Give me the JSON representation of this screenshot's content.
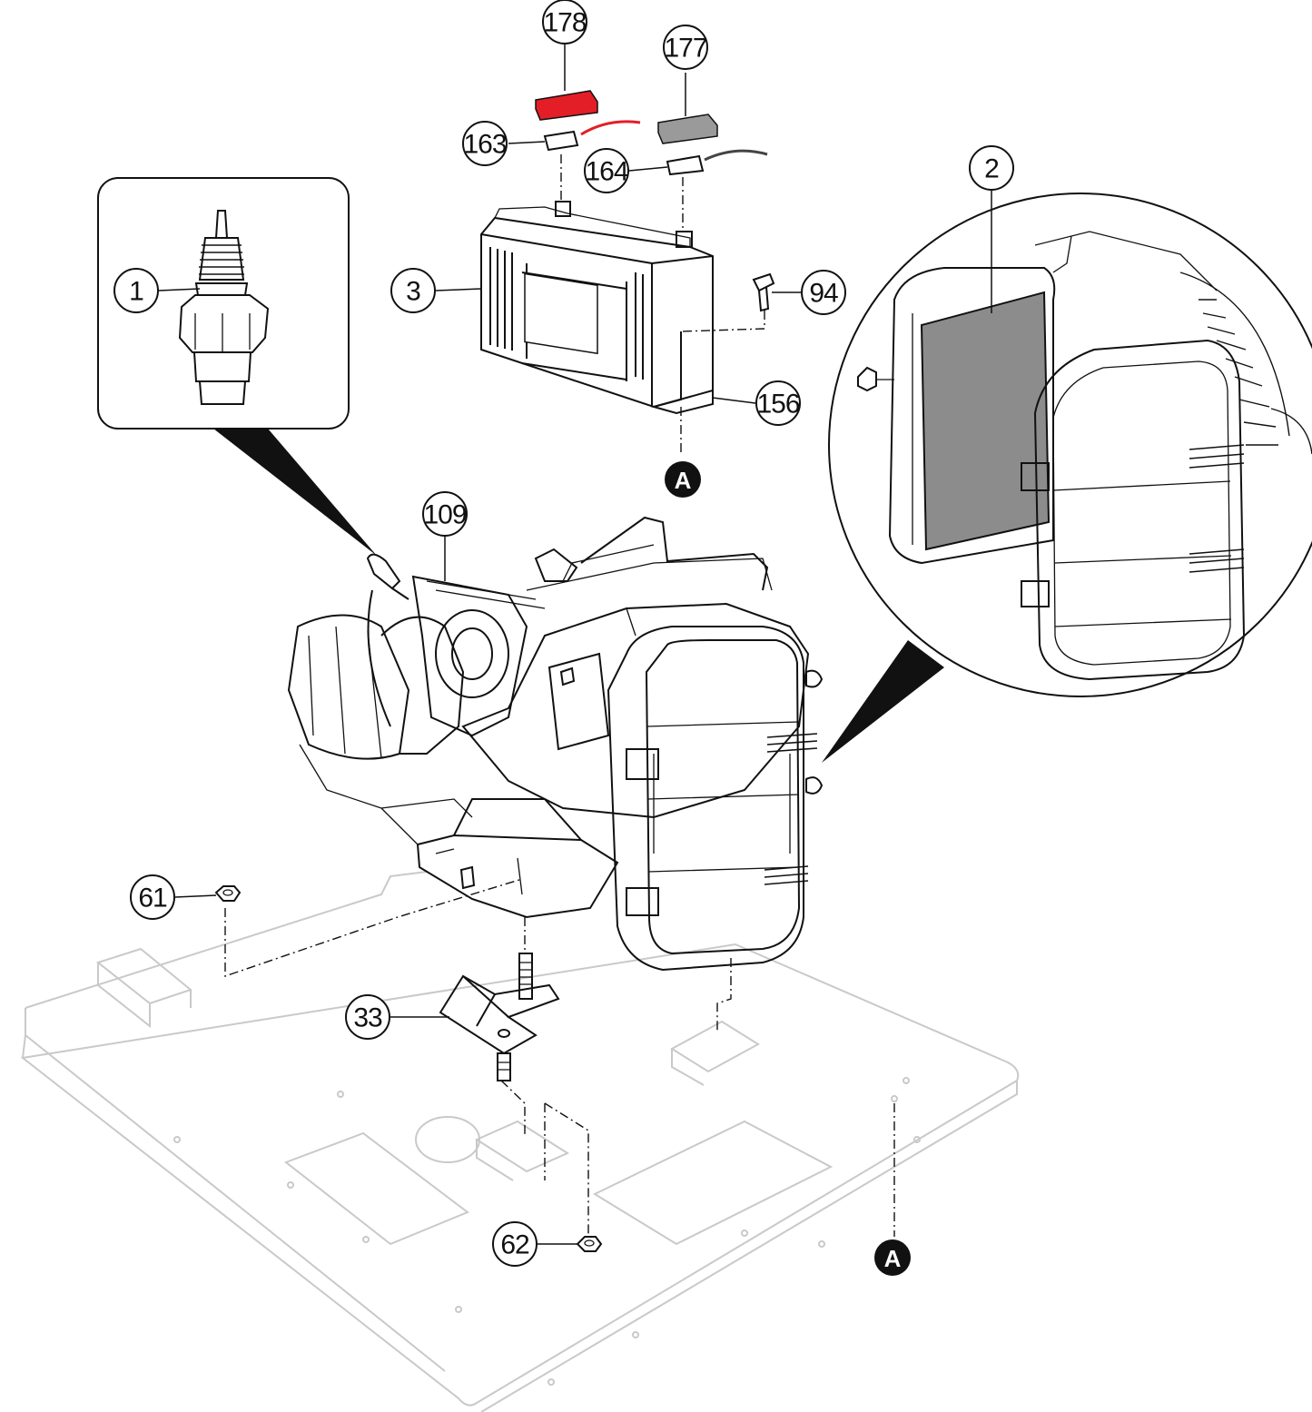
{
  "callouts": {
    "c178": "178",
    "c177": "177",
    "c163": "163",
    "c164": "164",
    "c2": "2",
    "c1": "1",
    "c3": "3",
    "c94": "94",
    "c156": "156",
    "c109": "109",
    "c61": "61",
    "c33": "33",
    "c62": "62"
  },
  "reference_markers": {
    "upper": "A",
    "lower": "A"
  },
  "colors": {
    "positive_boot": "#e41e26",
    "negative_boot": "#9a9a9a",
    "filter_element": "#8c8c8c",
    "plate_outline": "#c9c9c9",
    "line": "#111111"
  }
}
